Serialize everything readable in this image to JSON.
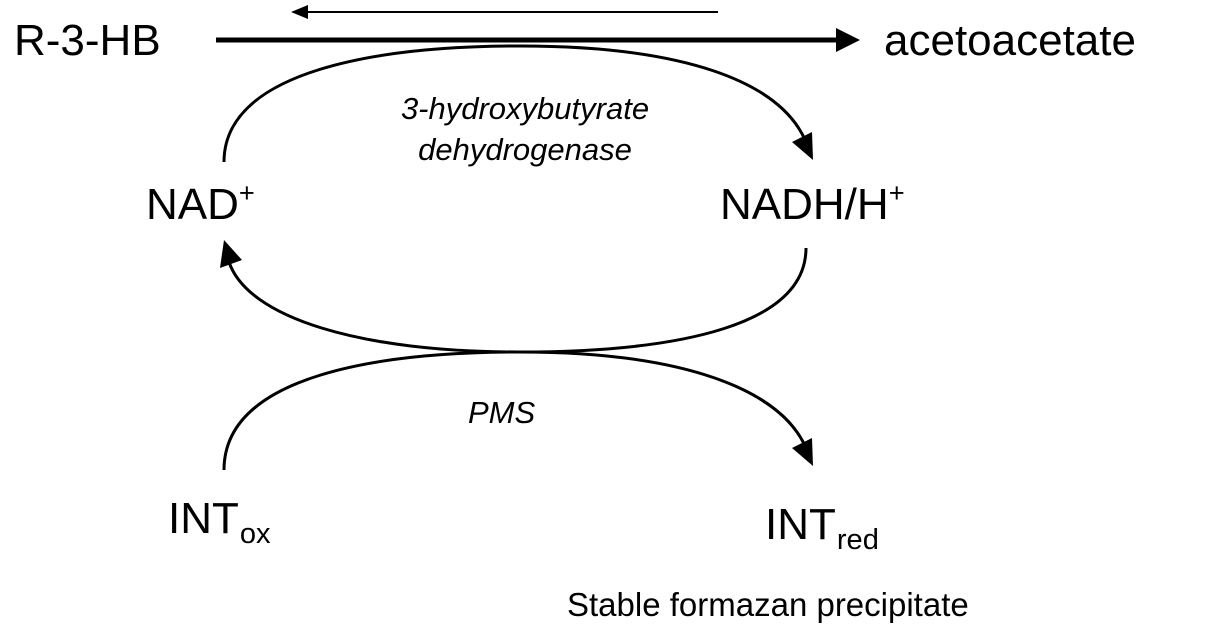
{
  "substrate": "R-3-HB",
  "product": "acetoacetate",
  "enzyme": {
    "line1": "3-hydroxybutyrate",
    "line2": "dehydrogenase"
  },
  "cofactor_oxidized": {
    "base": "NAD",
    "charge": "+"
  },
  "cofactor_reduced": {
    "base": "NADH/H",
    "charge": "+"
  },
  "mediator": "PMS",
  "dye_oxidized": {
    "base": "INT",
    "state": "ox"
  },
  "dye_reduced": {
    "base": "INT",
    "state": "red"
  },
  "result_note": "Stable formazan precipitate"
}
